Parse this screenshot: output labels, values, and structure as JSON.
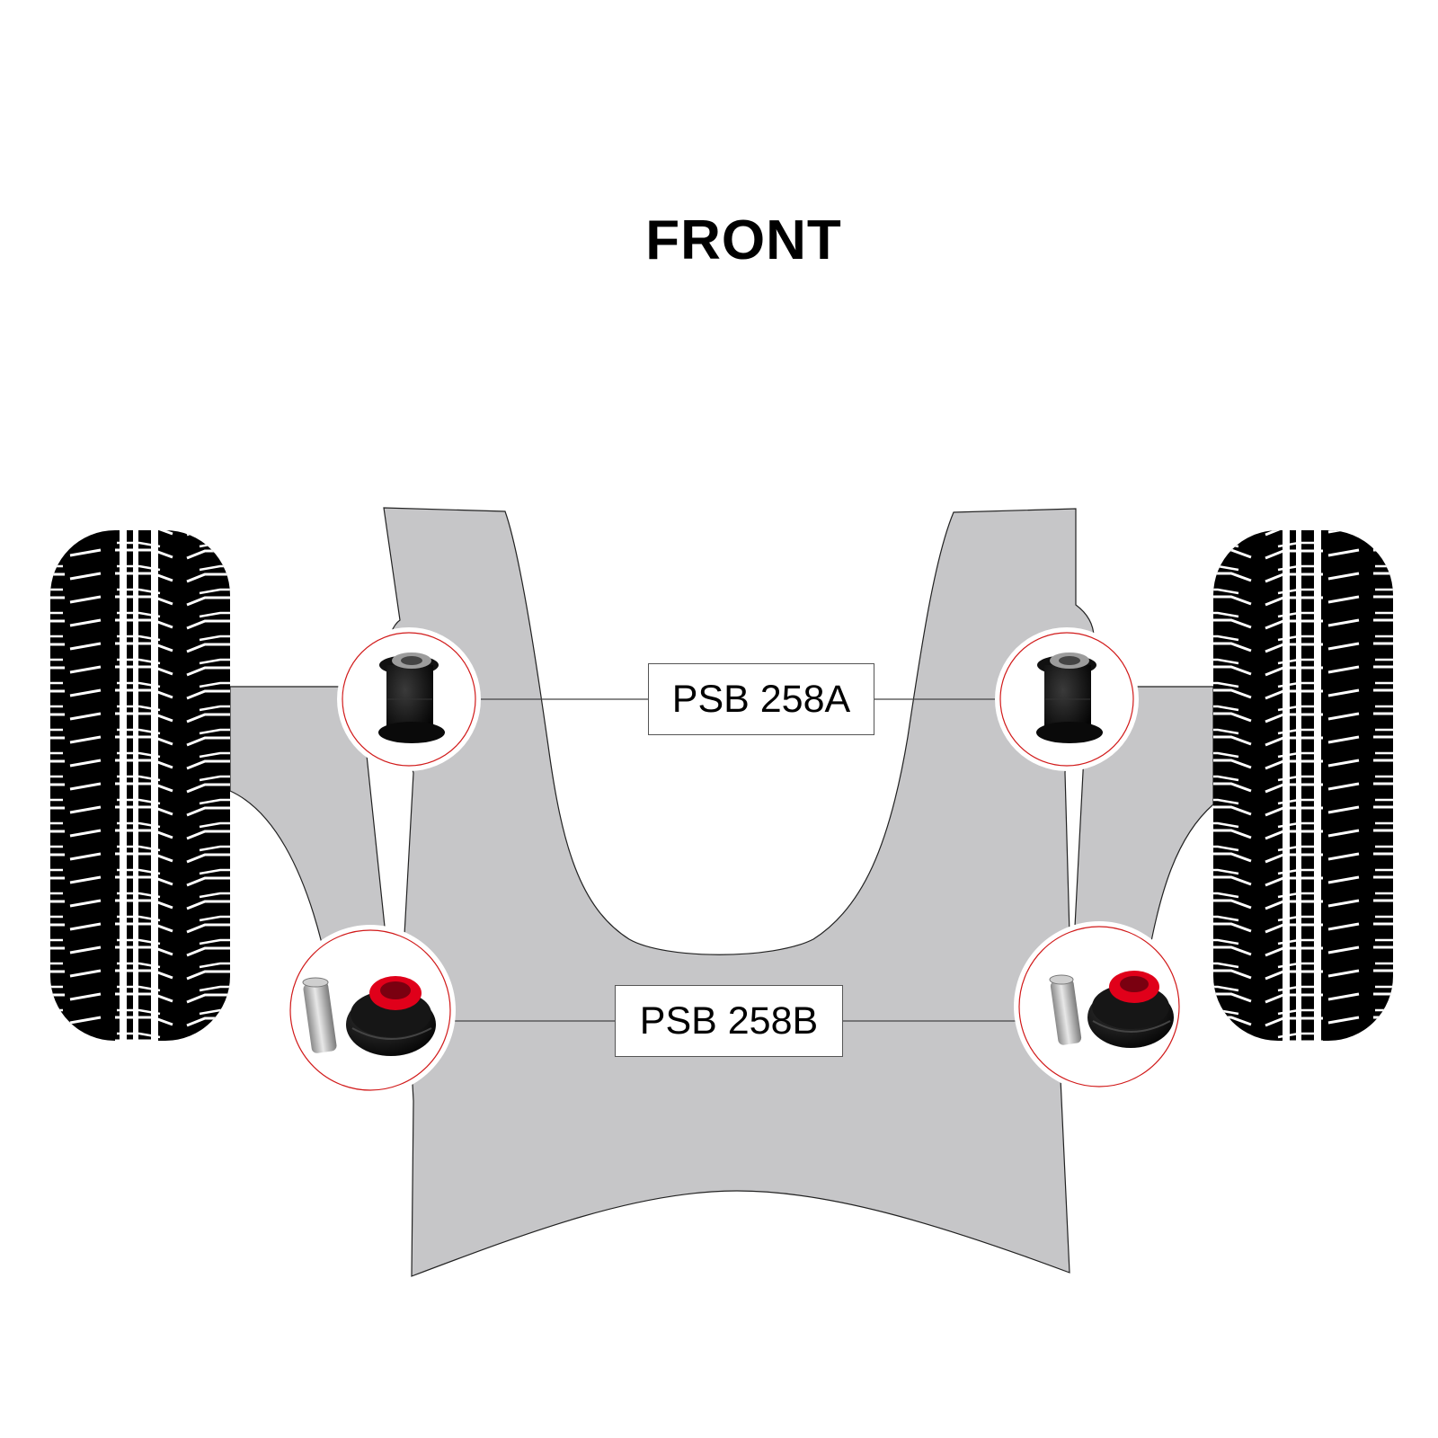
{
  "title": "FRONT",
  "labels": {
    "front_bushing": "PSB 258A",
    "rear_bushing": "PSB 258B"
  },
  "colors": {
    "subframe": "#c6c6c8",
    "tyre": "#000000",
    "callout_ring": "#d11a1a",
    "bushing_red": "#e0001a",
    "sleeve": "#b9b9b9"
  }
}
